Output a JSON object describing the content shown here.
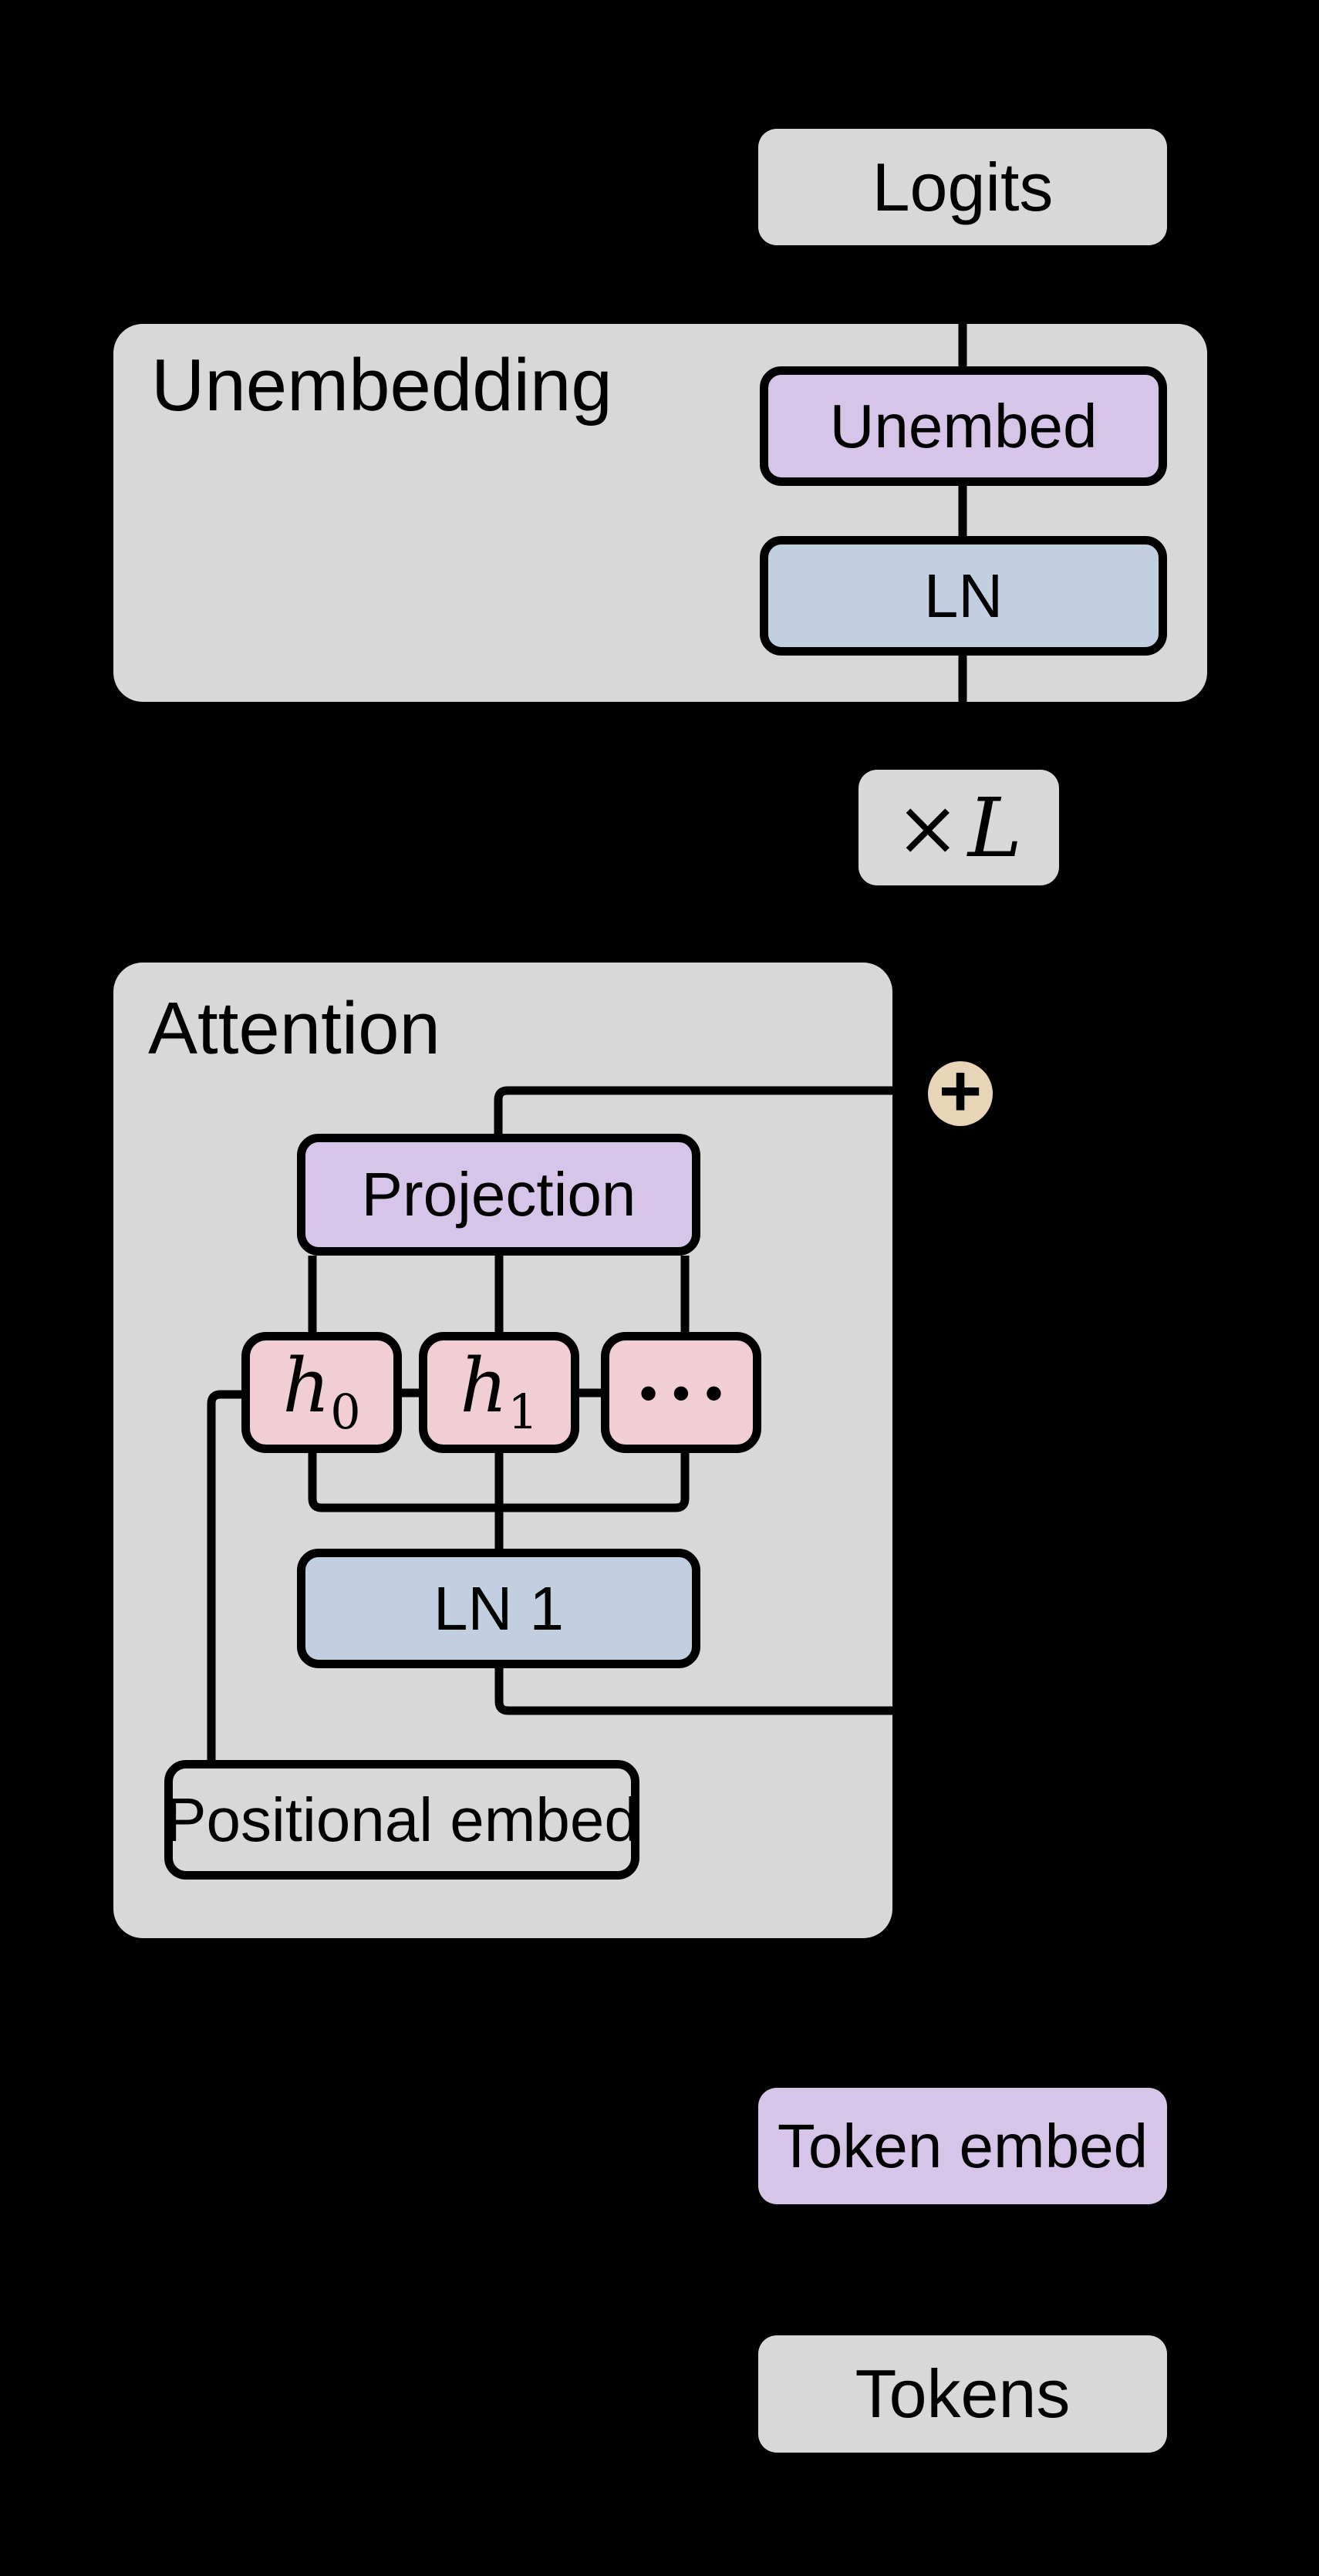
{
  "diagram": "attention-only transformer architecture",
  "colors": {
    "background": "#000000",
    "line": "#000000",
    "box_gray": "#d8d8d8",
    "box_purple": "#d6c5e8",
    "box_blue": "#c2cfe0",
    "box_pink": "#f0ced4",
    "plus_tan": "#e8d5b8"
  },
  "logits": {
    "label": "Logits"
  },
  "unembedding": {
    "title": "Unembedding",
    "unembed_label": "Unembed",
    "ln_label": "LN"
  },
  "loop_badge": {
    "times": "×",
    "var": "L"
  },
  "attention": {
    "title": "Attention",
    "projection_label": "Projection",
    "head0_base": "h",
    "head0_sub": "0",
    "head1_base": "h",
    "head1_sub": "1",
    "head_dots": "•••",
    "ln1_label": "LN 1",
    "positional_embed_label": "Positional embed",
    "plus_label": "+"
  },
  "token_embed": {
    "label": "Token embed"
  },
  "tokens": {
    "label": "Tokens"
  }
}
